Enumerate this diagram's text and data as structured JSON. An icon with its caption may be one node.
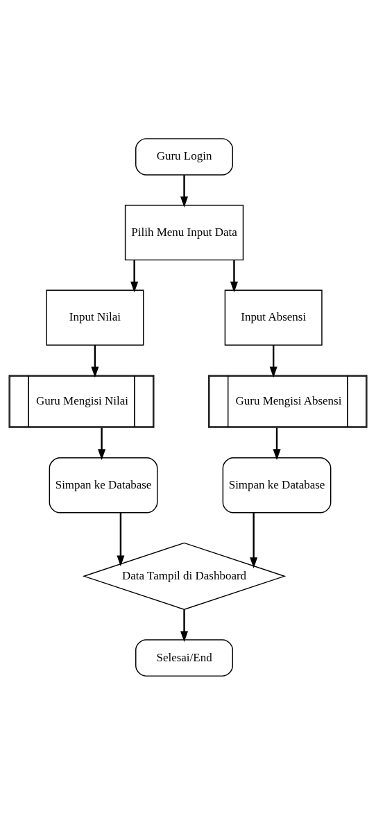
{
  "diagram": {
    "nodes": [
      {
        "text": [
          "Guru Login"
        ]
      },
      {
        "text": [
          "Pilih Menu Input Data"
        ]
      },
      {
        "text": [
          "Input Nilai"
        ]
      },
      {
        "text": [
          "Input Absensi"
        ]
      },
      {
        "text": [
          "Guru Mengisi Nilai"
        ]
      },
      {
        "text": [
          "Guru Mengisi Absensi"
        ]
      },
      {
        "text": [
          "Simpan ke Database"
        ]
      },
      {
        "text": [
          "Simpan ke Database"
        ]
      },
      {
        "text": [
          "Data Tampil di Dashboard"
        ]
      },
      {
        "text": [
          "Selesai/End"
        ]
      }
    ],
    "edges": [
      {
        "from": 0,
        "to": 1,
        "arrow": "to"
      },
      {
        "from": 1,
        "to": 2,
        "arrow": "to"
      },
      {
        "from": 1,
        "to": 3,
        "arrow": "to"
      },
      {
        "from": 2,
        "to": 4,
        "arrow": "to"
      },
      {
        "from": 3,
        "to": 5,
        "arrow": "to"
      },
      {
        "from": 4,
        "to": 6,
        "arrow": "to"
      },
      {
        "from": 5,
        "to": 7,
        "arrow": "to"
      },
      {
        "from": 6,
        "to": 8,
        "arrow": "to"
      },
      {
        "from": 7,
        "to": 8,
        "arrow": "to"
      },
      {
        "from": 8,
        "to": 9,
        "arrow": "to"
      }
    ]
  }
}
